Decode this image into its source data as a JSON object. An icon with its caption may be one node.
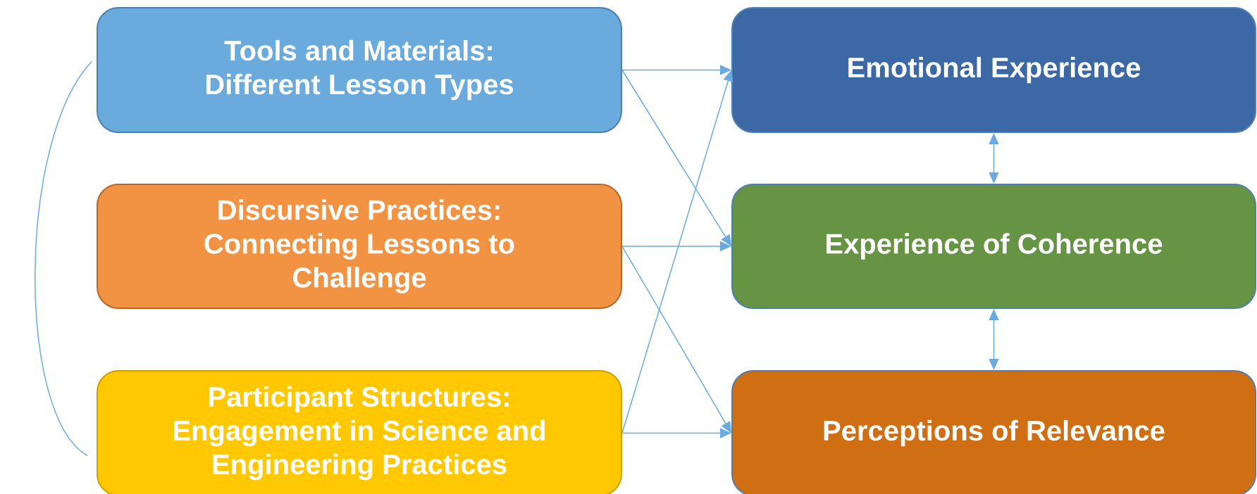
{
  "diagram": {
    "nodes": [
      {
        "text": [
          "Tools and Materials: Different Lesson Types"
        ]
      },
      {
        "text": [
          "Discursive Practices: Connecting Lessons to Challenge"
        ]
      },
      {
        "text": [
          "Participant Structures: Engagement in Science and Engineering Practices"
        ]
      },
      {
        "text": [
          "Emotional Experience"
        ]
      },
      {
        "text": [
          "Experience of Coherence"
        ]
      },
      {
        "text": [
          "Perceptions of Relevance"
        ]
      }
    ],
    "edges": [
      {
        "from": 0,
        "to": 3,
        "arrow": "to"
      },
      {
        "from": 0,
        "to": 4,
        "arrow": "to"
      },
      {
        "from": 1,
        "to": 4,
        "arrow": "to"
      },
      {
        "from": 1,
        "to": 5,
        "arrow": "to"
      },
      {
        "from": 2,
        "to": 5,
        "arrow": "to"
      },
      {
        "from": 2,
        "to": 3,
        "arrow": "to"
      },
      {
        "from": 3,
        "to": 4,
        "arrow": "both"
      },
      {
        "from": 4,
        "to": 5,
        "arrow": "both"
      },
      {
        "from": 0,
        "to": 2,
        "arrow": "none"
      }
    ]
  }
}
